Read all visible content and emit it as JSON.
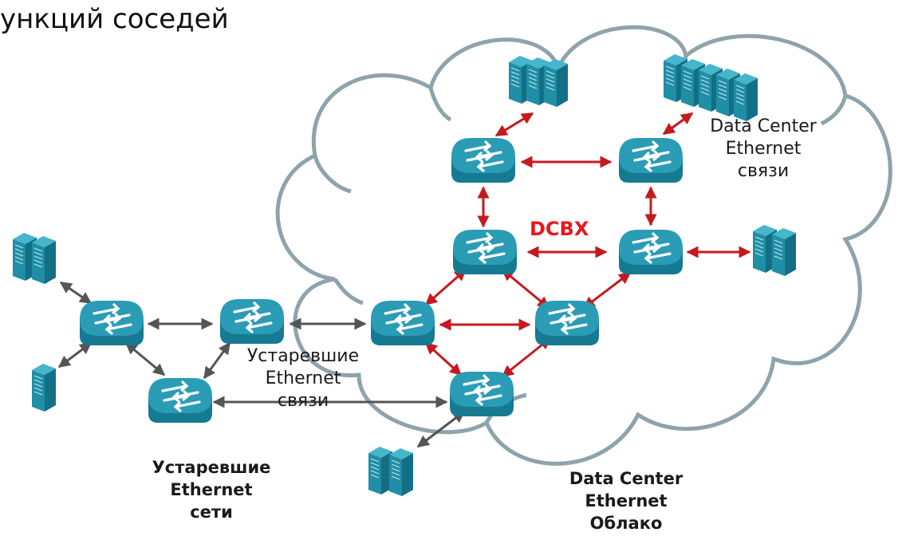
{
  "diagram": {
    "title": "ункций соседей",
    "dcbx_label": "DCBX",
    "cloud_link_caption": [
      "Data Center",
      "Ethernet",
      "связи"
    ],
    "legacy_link_caption": [
      "Устаревшие",
      "Ethernet",
      "связи"
    ],
    "legacy_network_caption": [
      "Устаревшие",
      "Ethernet",
      "сети"
    ],
    "dc_cloud_caption": [
      "Data Center",
      "Ethernet",
      "Облако"
    ]
  },
  "colors": {
    "device": "#1d8aa3",
    "device_top": "#3aaec6",
    "cloud_outline": "#8ea3ab",
    "dcbx_link": "#c41a1f",
    "legacy_link": "#555555",
    "dcbx_text": "#e8171c"
  },
  "icons": [
    "switch-icon",
    "server-icon",
    "cloud-icon"
  ]
}
